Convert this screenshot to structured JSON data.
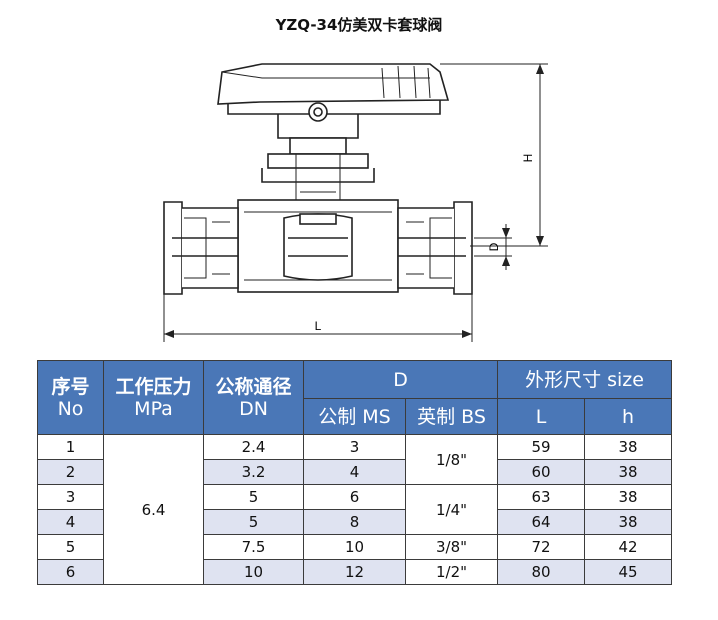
{
  "title": "YZQ-34仿美双卡套球阀",
  "drawing": {
    "label_H": "H",
    "label_D": "D",
    "label_L": "L"
  },
  "table": {
    "headers": {
      "no_cn": "序号",
      "no_en": "No",
      "mpa_cn": "工作压力",
      "mpa_en": "MPa",
      "dn_cn": "公称通径",
      "dn_en": "DN",
      "d": "D",
      "size": "外形尺寸 size",
      "ms": "公制 MS",
      "bs": "英制 BS",
      "l": "L",
      "h": "h"
    },
    "mpa": "6.4",
    "rows": [
      {
        "no": "1",
        "dn": "2.4",
        "ms": "3",
        "l": "59",
        "h": "38"
      },
      {
        "no": "2",
        "dn": "3.2",
        "ms": "4",
        "l": "60",
        "h": "38"
      },
      {
        "no": "3",
        "dn": "5",
        "ms": "6",
        "l": "63",
        "h": "38"
      },
      {
        "no": "4",
        "dn": "5",
        "ms": "8",
        "l": "64",
        "h": "38"
      },
      {
        "no": "5",
        "dn": "7.5",
        "ms": "10",
        "l": "72",
        "h": "42"
      },
      {
        "no": "6",
        "dn": "10",
        "ms": "12",
        "l": "80",
        "h": "45"
      }
    ],
    "bs": [
      "1/8\"",
      "1/4\"",
      "3/8\"",
      "1/2\""
    ]
  }
}
